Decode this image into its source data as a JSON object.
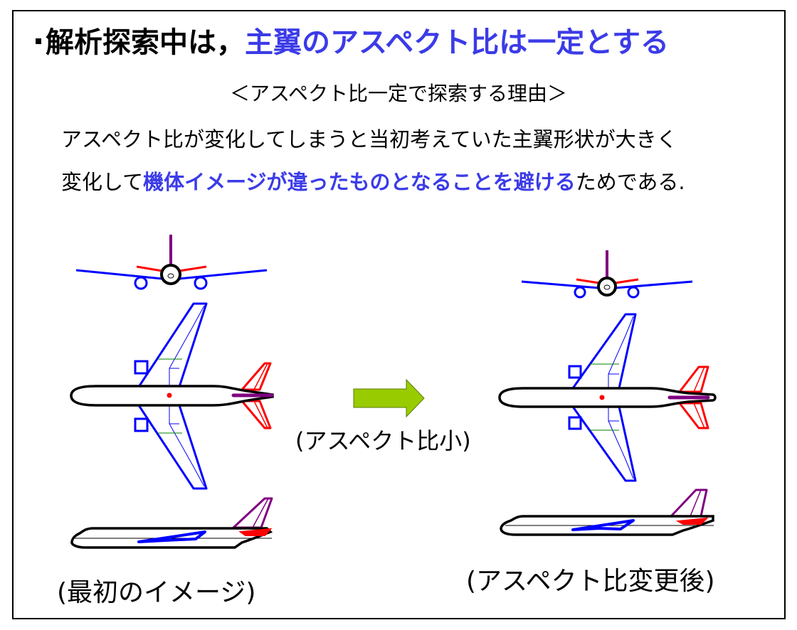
{
  "slide": {
    "title": {
      "bullet": "square-bullet",
      "prefix": "解析探索中は，",
      "highlight": "主翼のアスペクト比は一定とする"
    },
    "subheading": "＜アスペクト比一定で探索する理由＞",
    "paragraph": {
      "line1": "アスペクト比が変化してしまうと当初考えていた主翼形状が大きく",
      "line2_prefix": "変化して",
      "line2_highlight": "機体イメージが違ったものとなることを避ける",
      "line2_suffix": "ためである."
    },
    "figure": {
      "left_caption": "(最初のイメージ)",
      "arrow_caption": "(アスペクト比小)",
      "right_caption": "(アスペクト比変更後)",
      "arrow_icon": "right-arrow-icon"
    },
    "colors": {
      "highlight_text": "#3b3be8",
      "wing": "#0000ff",
      "horizontal_tail": "#ff0000",
      "vertical_tail": "#800080",
      "fuselage": "#000000",
      "spar_line": "#008000",
      "arrow_fill": "#99cc00",
      "arrow_stroke": "#5a7a00",
      "frame": "#000000"
    }
  }
}
